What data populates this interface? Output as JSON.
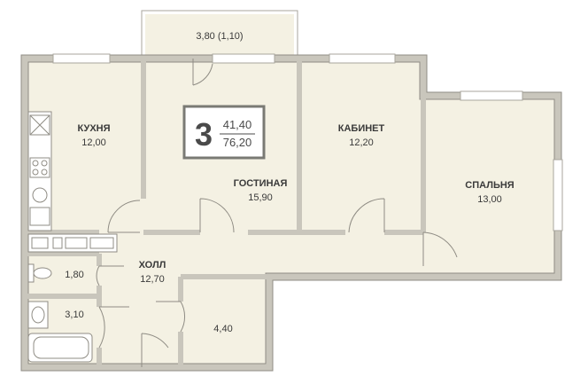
{
  "balcony": {
    "area": "3,80 (1,10)"
  },
  "rooms": {
    "kitchen": {
      "name": "КУХНЯ",
      "area": "12,00"
    },
    "living": {
      "name": "ГОСТИНАЯ",
      "area": "15,90"
    },
    "office": {
      "name": "КАБИНЕТ",
      "area": "12,20"
    },
    "bedroom": {
      "name": "СПАЛЬНЯ",
      "area": "13,00"
    },
    "hall": {
      "name": "ХОЛЛ",
      "area": "12,70"
    },
    "wc": {
      "area": "1,80"
    },
    "bath": {
      "area": "3,10"
    },
    "storage": {
      "area": "4,40"
    }
  },
  "badge": {
    "rooms_count": "3",
    "living_area": "41,40",
    "total_area": "76,20"
  },
  "colors": {
    "floor": "#f4f1e3",
    "wall": "#c9c6bc",
    "line": "#8f8c84",
    "badge_border": "#7a7a74"
  }
}
